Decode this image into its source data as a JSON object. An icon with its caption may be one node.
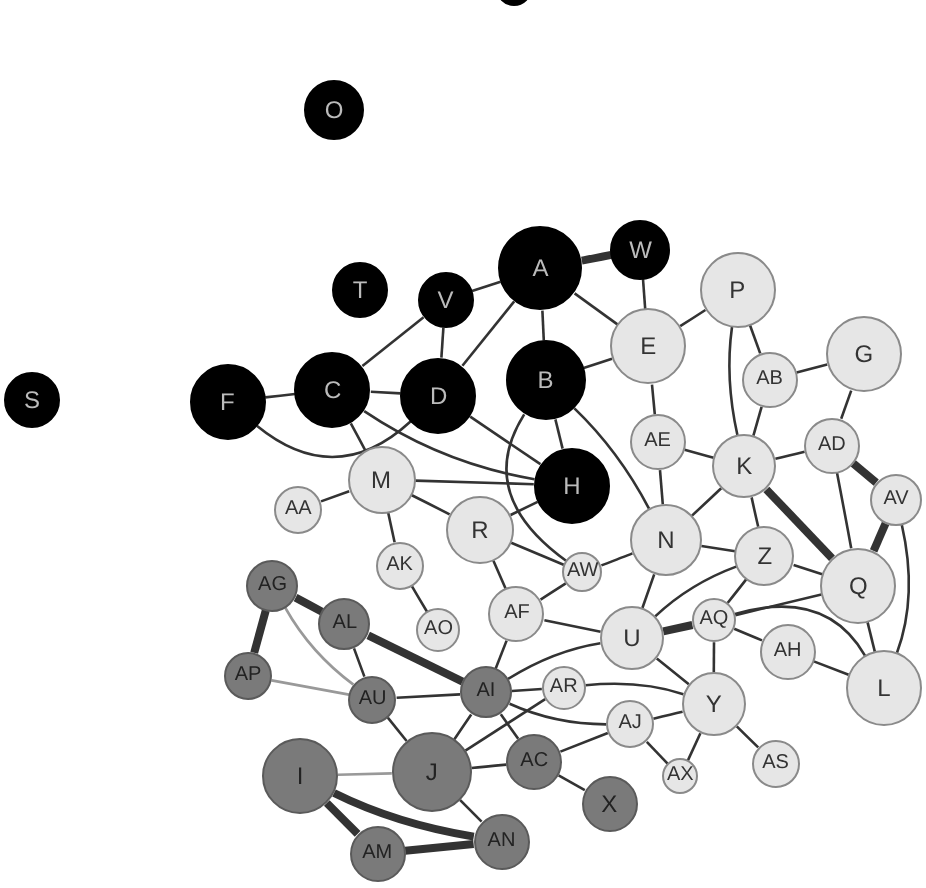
{
  "diagram": {
    "nodes": [
      {
        "text": [],
        "shape": "circle"
      },
      {
        "text": [
          "O"
        ]
      },
      {
        "text": [
          "T"
        ]
      },
      {
        "text": [
          "S"
        ]
      },
      {
        "text": [
          "F"
        ]
      },
      {
        "text": [
          "V"
        ]
      },
      {
        "text": [
          "W"
        ]
      },
      {
        "text": [
          "C"
        ]
      },
      {
        "text": [
          "A"
        ]
      },
      {
        "text": [
          "D"
        ]
      },
      {
        "text": [
          "H"
        ]
      },
      {
        "text": [
          "B"
        ]
      },
      {
        "text": [
          "E"
        ]
      },
      {
        "text": [
          "P"
        ]
      },
      {
        "text": [
          "AB"
        ]
      },
      {
        "text": [
          "G"
        ]
      },
      {
        "text": [
          "AE"
        ]
      },
      {
        "text": [
          "K"
        ]
      },
      {
        "text": [
          "AD"
        ]
      },
      {
        "text": [
          "AV"
        ]
      },
      {
        "text": [
          "N"
        ]
      },
      {
        "text": [
          "Z"
        ]
      },
      {
        "text": [
          "Q"
        ]
      },
      {
        "text": [
          "L"
        ]
      },
      {
        "text": [
          "AA"
        ]
      },
      {
        "text": [
          "M"
        ]
      },
      {
        "text": [
          "R"
        ]
      },
      {
        "text": [
          "AW"
        ]
      },
      {
        "text": [
          "AK"
        ]
      },
      {
        "text": [
          "AO"
        ]
      },
      {
        "text": [
          "AF"
        ]
      },
      {
        "text": [
          "U"
        ]
      },
      {
        "text": [
          "AQ"
        ]
      },
      {
        "text": [
          "AH"
        ]
      },
      {
        "text": [
          "Y"
        ]
      },
      {
        "text": [
          "AR"
        ]
      },
      {
        "text": [
          "AJ"
        ]
      },
      {
        "text": [
          "AS"
        ]
      },
      {
        "text": [
          "AX"
        ]
      },
      {
        "text": [
          "AG"
        ]
      },
      {
        "text": [
          "AL"
        ]
      },
      {
        "text": [
          "AP"
        ]
      },
      {
        "text": [
          "AU"
        ]
      },
      {
        "text": [
          "AI"
        ]
      },
      {
        "text": [
          "J"
        ]
      },
      {
        "text": [
          "AC"
        ]
      },
      {
        "text": [
          "X"
        ]
      },
      {
        "text": [
          "I"
        ]
      },
      {
        "text": [
          "AN"
        ]
      },
      {
        "text": [
          "AM"
        ]
      }
    ],
    "edges": [
      {
        "from": 4,
        "to": 7,
        "arrow": "none"
      },
      {
        "from": 4,
        "to": 9,
        "arrow": "none"
      },
      {
        "from": 7,
        "to": 5,
        "arrow": "none"
      },
      {
        "from": 7,
        "to": 9,
        "arrow": "none"
      },
      {
        "from": 7,
        "to": 10,
        "arrow": "none"
      },
      {
        "from": 5,
        "to": 8,
        "arrow": "none"
      },
      {
        "from": 5,
        "to": 9,
        "arrow": "none"
      },
      {
        "from": 8,
        "to": 6,
        "arrow": "none",
        "style": "thick"
      },
      {
        "from": 6,
        "to": 12,
        "arrow": "none"
      },
      {
        "from": 8,
        "to": 11,
        "arrow": "none"
      },
      {
        "from": 8,
        "to": 9,
        "arrow": "none"
      },
      {
        "from": 9,
        "to": 10,
        "arrow": "none"
      },
      {
        "from": 10,
        "to": 11,
        "arrow": "none"
      },
      {
        "from": 11,
        "to": 12,
        "arrow": "none"
      },
      {
        "from": 8,
        "to": 12,
        "arrow": "none"
      },
      {
        "from": 12,
        "to": 13,
        "arrow": "none"
      },
      {
        "from": 12,
        "to": 16,
        "arrow": "none"
      },
      {
        "from": 13,
        "to": 14,
        "arrow": "none"
      },
      {
        "from": 13,
        "to": 17,
        "arrow": "none"
      },
      {
        "from": 16,
        "to": 17,
        "arrow": "none"
      },
      {
        "from": 16,
        "to": 20,
        "arrow": "none"
      },
      {
        "from": 14,
        "to": 15,
        "arrow": "none"
      },
      {
        "from": 14,
        "to": 17,
        "arrow": "none"
      },
      {
        "from": 15,
        "to": 18,
        "arrow": "none"
      },
      {
        "from": 18,
        "to": 17,
        "arrow": "none"
      },
      {
        "from": 18,
        "to": 22,
        "arrow": "none"
      },
      {
        "from": 18,
        "to": 19,
        "arrow": "none",
        "style": "thick"
      },
      {
        "from": 22,
        "to": 19,
        "arrow": "none",
        "style": "thick"
      },
      {
        "from": 23,
        "to": 19,
        "arrow": "none"
      },
      {
        "from": 17,
        "to": 20,
        "arrow": "none"
      },
      {
        "from": 17,
        "to": 21,
        "arrow": "none"
      },
      {
        "from": 17,
        "to": 22,
        "arrow": "none",
        "style": "thick"
      },
      {
        "from": 20,
        "to": 21,
        "arrow": "none"
      },
      {
        "from": 20,
        "to": 31,
        "arrow": "none"
      },
      {
        "from": 20,
        "to": 27,
        "arrow": "none"
      },
      {
        "from": 21,
        "to": 22,
        "arrow": "none"
      },
      {
        "from": 21,
        "to": 31,
        "arrow": "none"
      },
      {
        "from": 21,
        "to": 32,
        "arrow": "none"
      },
      {
        "from": 22,
        "to": 23,
        "arrow": "none"
      },
      {
        "from": 22,
        "to": 32,
        "arrow": "none"
      },
      {
        "from": 23,
        "to": 32,
        "arrow": "none"
      },
      {
        "from": 23,
        "to": 33,
        "arrow": "none"
      },
      {
        "from": 31,
        "to": 32,
        "arrow": "none",
        "style": "thick"
      },
      {
        "from": 31,
        "to": 34,
        "arrow": "none"
      },
      {
        "from": 31,
        "to": 30,
        "arrow": "none"
      },
      {
        "from": 30,
        "to": 26,
        "arrow": "none"
      },
      {
        "from": 30,
        "to": 27,
        "arrow": "none"
      },
      {
        "from": 26,
        "to": 25,
        "arrow": "none"
      },
      {
        "from": 26,
        "to": 27,
        "arrow": "none"
      },
      {
        "from": 25,
        "to": 24,
        "arrow": "none"
      },
      {
        "from": 25,
        "to": 28,
        "arrow": "none"
      },
      {
        "from": 28,
        "to": 29,
        "arrow": "none"
      },
      {
        "from": 32,
        "to": 34,
        "arrow": "none"
      },
      {
        "from": 32,
        "to": 33,
        "arrow": "none"
      },
      {
        "from": 34,
        "to": 36,
        "arrow": "none"
      },
      {
        "from": 34,
        "to": 35,
        "arrow": "none"
      },
      {
        "from": 34,
        "to": 37,
        "arrow": "none"
      },
      {
        "from": 34,
        "to": 38,
        "arrow": "none"
      },
      {
        "from": 36,
        "to": 38,
        "arrow": "none"
      },
      {
        "from": 11,
        "to": 20,
        "arrow": "none"
      },
      {
        "from": 10,
        "to": 26,
        "arrow": "none"
      },
      {
        "from": 11,
        "to": 27,
        "arrow": "none"
      },
      {
        "from": 10,
        "to": 25,
        "arrow": "none"
      },
      {
        "from": 7,
        "to": 25,
        "arrow": "none"
      },
      {
        "from": 39,
        "to": 41,
        "arrow": "none",
        "style": "thick"
      },
      {
        "from": 39,
        "to": 40,
        "arrow": "none",
        "style": "thick"
      },
      {
        "from": 39,
        "to": 42,
        "arrow": "none",
        "color": "#999999"
      },
      {
        "from": 40,
        "to": 43,
        "arrow": "none",
        "style": "thick"
      },
      {
        "from": 40,
        "to": 42,
        "arrow": "none"
      },
      {
        "from": 41,
        "to": 42,
        "arrow": "none",
        "color": "#999999"
      },
      {
        "from": 42,
        "to": 43,
        "arrow": "none"
      },
      {
        "from": 42,
        "to": 44,
        "arrow": "none"
      },
      {
        "from": 43,
        "to": 44,
        "arrow": "none"
      },
      {
        "from": 43,
        "to": 45,
        "arrow": "none"
      },
      {
        "from": 44,
        "to": 45,
        "arrow": "none"
      },
      {
        "from": 45,
        "to": 46,
        "arrow": "none"
      },
      {
        "from": 44,
        "to": 48,
        "arrow": "none"
      },
      {
        "from": 44,
        "to": 47,
        "arrow": "none",
        "color": "#999999"
      },
      {
        "from": 47,
        "to": 48,
        "arrow": "none",
        "style": "thick"
      },
      {
        "from": 47,
        "to": 49,
        "arrow": "none",
        "style": "thick"
      },
      {
        "from": 49,
        "to": 48,
        "arrow": "none",
        "style": "thick"
      },
      {
        "from": 43,
        "to": 35,
        "arrow": "none"
      },
      {
        "from": 43,
        "to": 31,
        "arrow": "none"
      },
      {
        "from": 43,
        "to": 36,
        "arrow": "none"
      },
      {
        "from": 45,
        "to": 36,
        "arrow": "none"
      },
      {
        "from": 43,
        "to": 30,
        "arrow": "none"
      },
      {
        "from": 44,
        "to": 35,
        "arrow": "none"
      }
    ]
  }
}
